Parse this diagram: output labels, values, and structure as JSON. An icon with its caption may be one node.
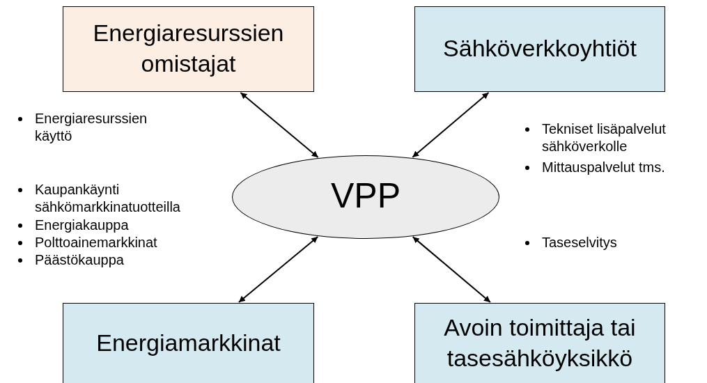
{
  "diagram": {
    "nodes": [
      {
        "text": [
          "Energiaresurssien omistajat"
        ]
      },
      {
        "text": [
          "Sähköverkkoyhtiöt"
        ]
      },
      {
        "text": [
          "VPP"
        ]
      },
      {
        "text": [
          "Energiamarkkinat"
        ]
      },
      {
        "text": [
          "Avoin toimittaja tai tasesähköyksikkö"
        ]
      }
    ],
    "edges": [
      {
        "from": 0,
        "to": 2,
        "arrow": "both"
      },
      {
        "from": 1,
        "to": 2,
        "arrow": "both"
      },
      {
        "from": 3,
        "to": 2,
        "arrow": "both"
      },
      {
        "from": 4,
        "to": 2,
        "arrow": "both"
      }
    ],
    "labels": [
      "Energiaresurssien käyttö",
      "Tekniset lisäpalvelut sähköverkolle",
      "Mittauspalvelut tms.",
      "Kaupankäynti sähkömarkkinatuotteilla",
      "Energiakauppa",
      "Polttoainemarkkinat",
      "Päästökauppa",
      "Taseselvitys"
    ]
  }
}
